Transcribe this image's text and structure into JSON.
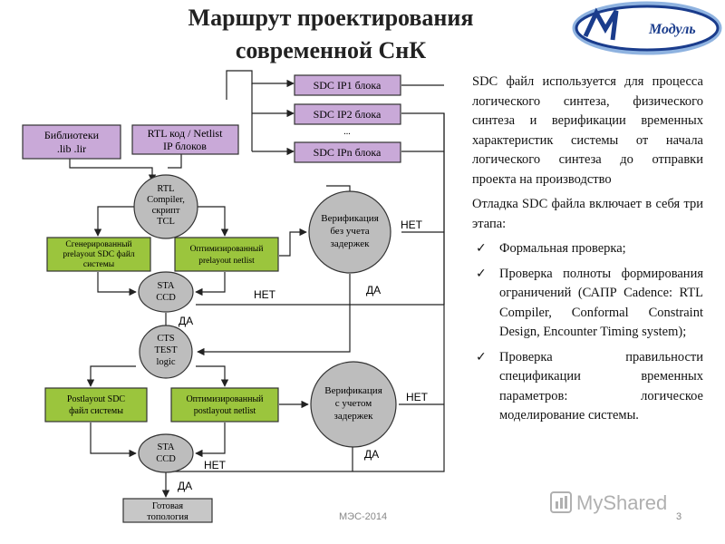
{
  "slide": {
    "title_line1": "Маршрут проектирования",
    "title_line2": "современной СнК",
    "logo_text": "Модуль",
    "footer_left": "МЭС-2014",
    "footer_page": "3",
    "watermark": "MyShared"
  },
  "diagram": {
    "ip_blocks": [
      "SDC IP1 блока",
      "SDC IP2 блока",
      "...",
      "SDC IPn блока"
    ],
    "libraries": [
      "Библиотеки",
      ".lib .lir"
    ],
    "rtl": [
      "RTL код / Netlist",
      "IP блоков"
    ],
    "rtl_compiler": [
      "RTL",
      "Compiler,",
      "скрипт",
      "TCL"
    ],
    "prelayout_sdc": [
      "Сгенерированный",
      "prelayout SDC файл",
      "системы"
    ],
    "prelayout_netlist": [
      "Оптимизированный",
      "prelayout netlist"
    ],
    "verify_no_delay": [
      "Верификация",
      "без учета",
      "задержек"
    ],
    "sta1": [
      "STA",
      "CCD"
    ],
    "cts": [
      "CTS",
      "TEST",
      "logic"
    ],
    "postlayout_sdc": [
      "Postlayout SDC",
      "файл системы"
    ],
    "postlayout_netlist": [
      "Оптимизированный",
      "postlayout netlist"
    ],
    "verify_delay": [
      "Верификация",
      "с учетом",
      "задержек"
    ],
    "sta2": [
      "STA",
      "CCD"
    ],
    "ready": [
      "Готовая",
      "топология"
    ],
    "no": "НЕТ",
    "yes": "ДА"
  },
  "text": {
    "para1": "SDC файл используется для процесса логического синтеза, физического синтеза и верификации временных характеристик системы от начала логического синтеза до отправки проекта на производство",
    "para2": "Отладка SDC файла включает в себя три этапа:",
    "items": [
      "Формальная проверка;",
      "Проверка полноты формирования ограничений (САПР Cadence: RTL Compiler, Conformal Constraint Design, Encounter Timing system);",
      "Проверка правильности спецификации временных параметров: логическое моделирование системы."
    ]
  },
  "colors": {
    "purple_box": "#c9a9d8",
    "green_box": "#9bc53d",
    "circle": "#bdbdbd",
    "ready_box": "#c7c7c7",
    "logo_blue": "#1a3c8c"
  }
}
